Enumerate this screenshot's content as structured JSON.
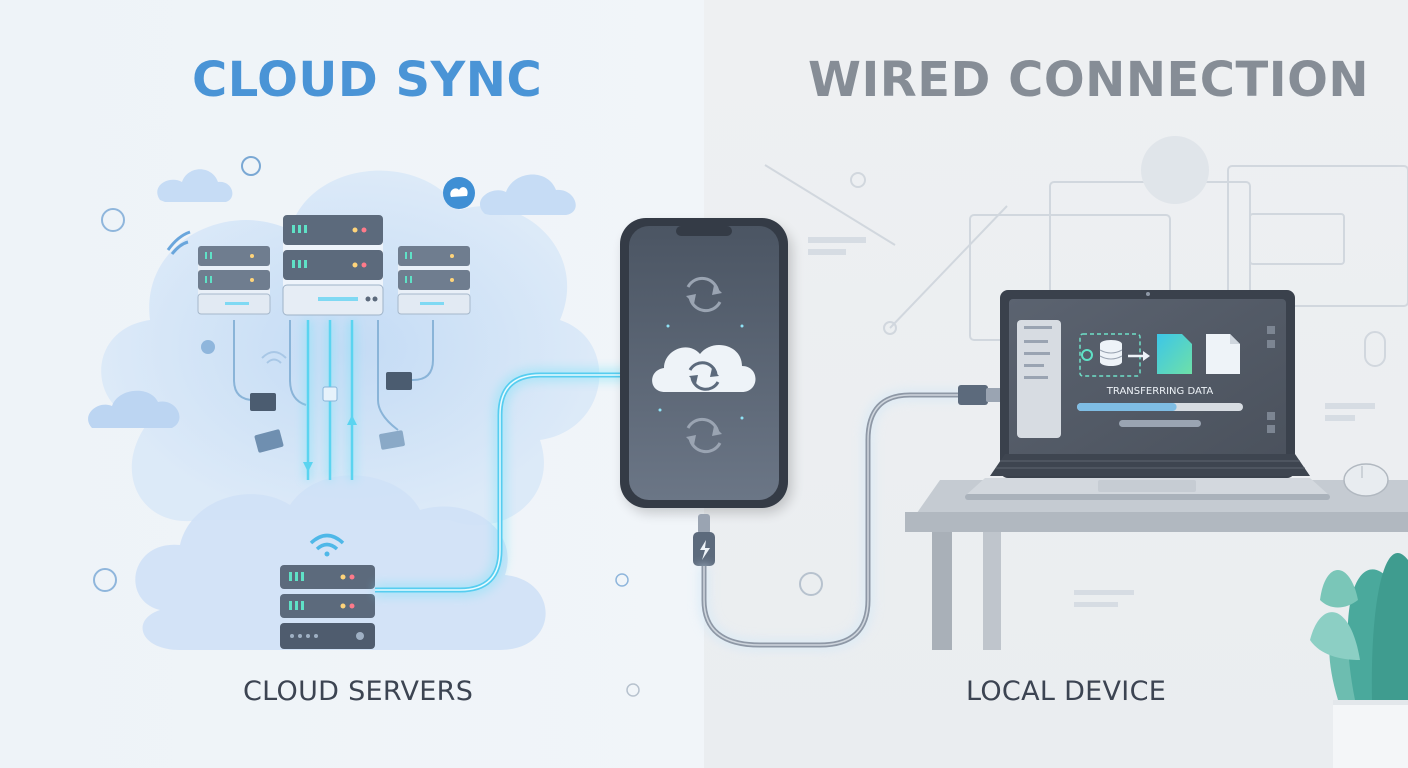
{
  "left_panel": {
    "title": "CLOUD SYNC",
    "caption": "CLOUD SERVERS"
  },
  "right_panel": {
    "title": "WIRED CONNECTION",
    "caption": "LOCAL DEVICE"
  },
  "laptop_screen": {
    "status_text": "TRANSFERRING DATA",
    "progress": 0.6
  },
  "colors": {
    "cloud_title": "#4a94d6",
    "wired_title": "#868d96",
    "caption": "#3c4452",
    "glow_cyan": "#62d6f2",
    "cloud_fill": "#c9def5",
    "server_body": "#5c6a7c",
    "phone_body": "#343b46",
    "progress_fill": "#7fbde4"
  },
  "icons": [
    "cloud-icon",
    "server-rack-icon",
    "wifi-icon",
    "sync-icon",
    "usb-c-plug-icon",
    "usb-a-plug-icon",
    "laptop-icon",
    "mouse-icon",
    "plant-icon",
    "database-icon",
    "document-icon",
    "arrow-right-icon"
  ]
}
